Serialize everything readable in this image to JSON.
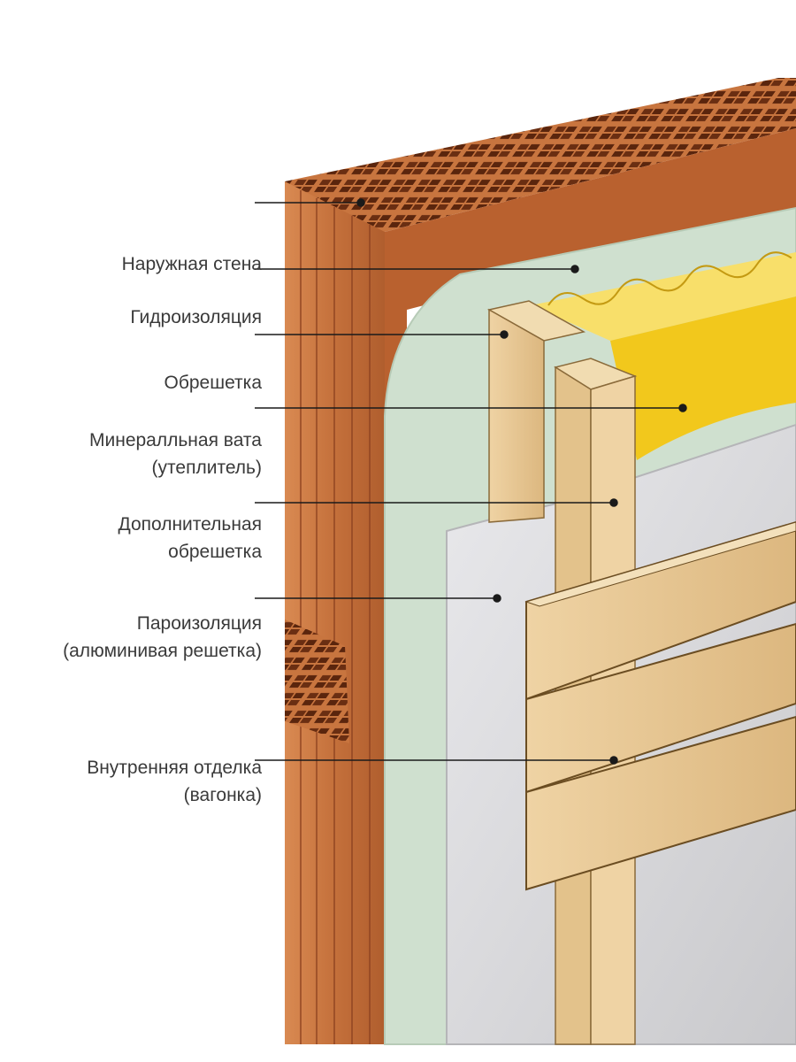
{
  "labels": {
    "outer_wall": "Наружная стена",
    "waterproofing": "Гидроизоляция",
    "battens": "Обрешетка",
    "mineral_wool_1": "Минералльная вата",
    "mineral_wool_2": "(утеплитель)",
    "extra_battens_1": "Дополнительная",
    "extra_battens_2": "обрешетка",
    "vapor_barrier_1": "Пароизоляция",
    "vapor_barrier_2": "(алюминивая решетка)",
    "interior_finish_1": "Внутренняя отделка",
    "interior_finish_2": "(вагонка)"
  },
  "colors": {
    "brick": "#c8753f",
    "brick_dark": "#8f4321",
    "membrane": "#cfe0cf",
    "wood": "#e2c28e",
    "wool": "#f2c81c",
    "foil": "#d9d9dc",
    "line": "#1a1a1a"
  }
}
